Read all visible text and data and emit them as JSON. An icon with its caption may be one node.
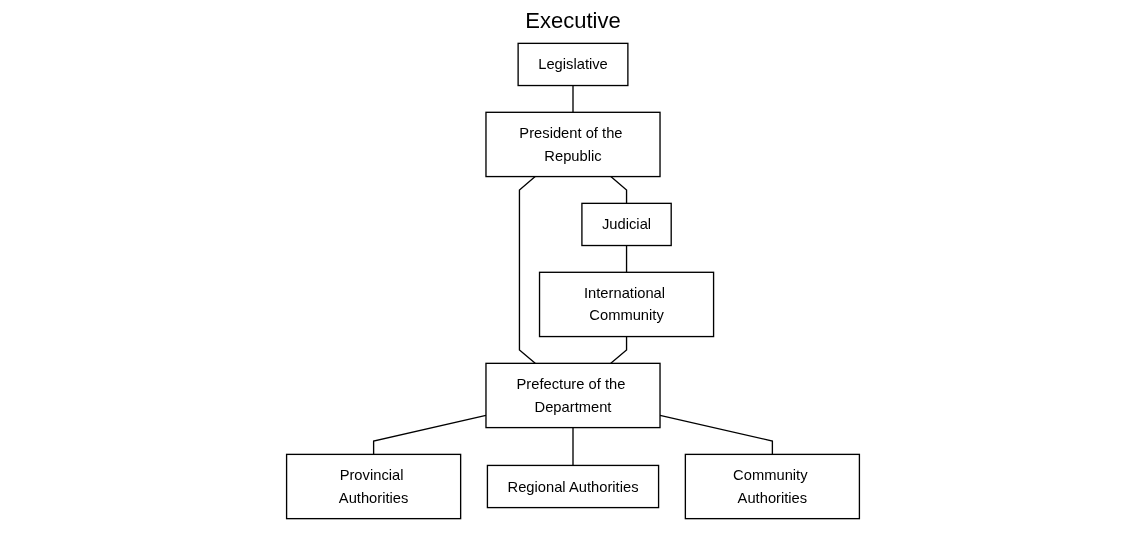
{
  "diagram": {
    "title": "Executive",
    "nodes": [
      {
        "text": [
          "Legislative"
        ]
      },
      {
        "text": [
          "President of the Republic"
        ]
      },
      {
        "text": [
          "Judicial"
        ]
      },
      {
        "text": [
          "International Community"
        ]
      },
      {
        "text": [
          "Prefecture of the Department"
        ]
      },
      {
        "text": [
          "Provincial Authorities"
        ]
      },
      {
        "text": [
          "Regional Authorities"
        ]
      },
      {
        "text": [
          "Community Authorities"
        ]
      }
    ],
    "edges": [
      {
        "from": 0,
        "to": 1,
        "arrow": "none"
      },
      {
        "from": 1,
        "to": 2,
        "arrow": "none"
      },
      {
        "from": 2,
        "to": 3,
        "arrow": "none"
      },
      {
        "from": 1,
        "to": 4,
        "arrow": "none"
      },
      {
        "from": 3,
        "to": 4,
        "arrow": "none"
      },
      {
        "from": 4,
        "to": 5,
        "arrow": "none"
      },
      {
        "from": 4,
        "to": 6,
        "arrow": "none"
      },
      {
        "from": 4,
        "to": 7,
        "arrow": "none"
      }
    ]
  }
}
